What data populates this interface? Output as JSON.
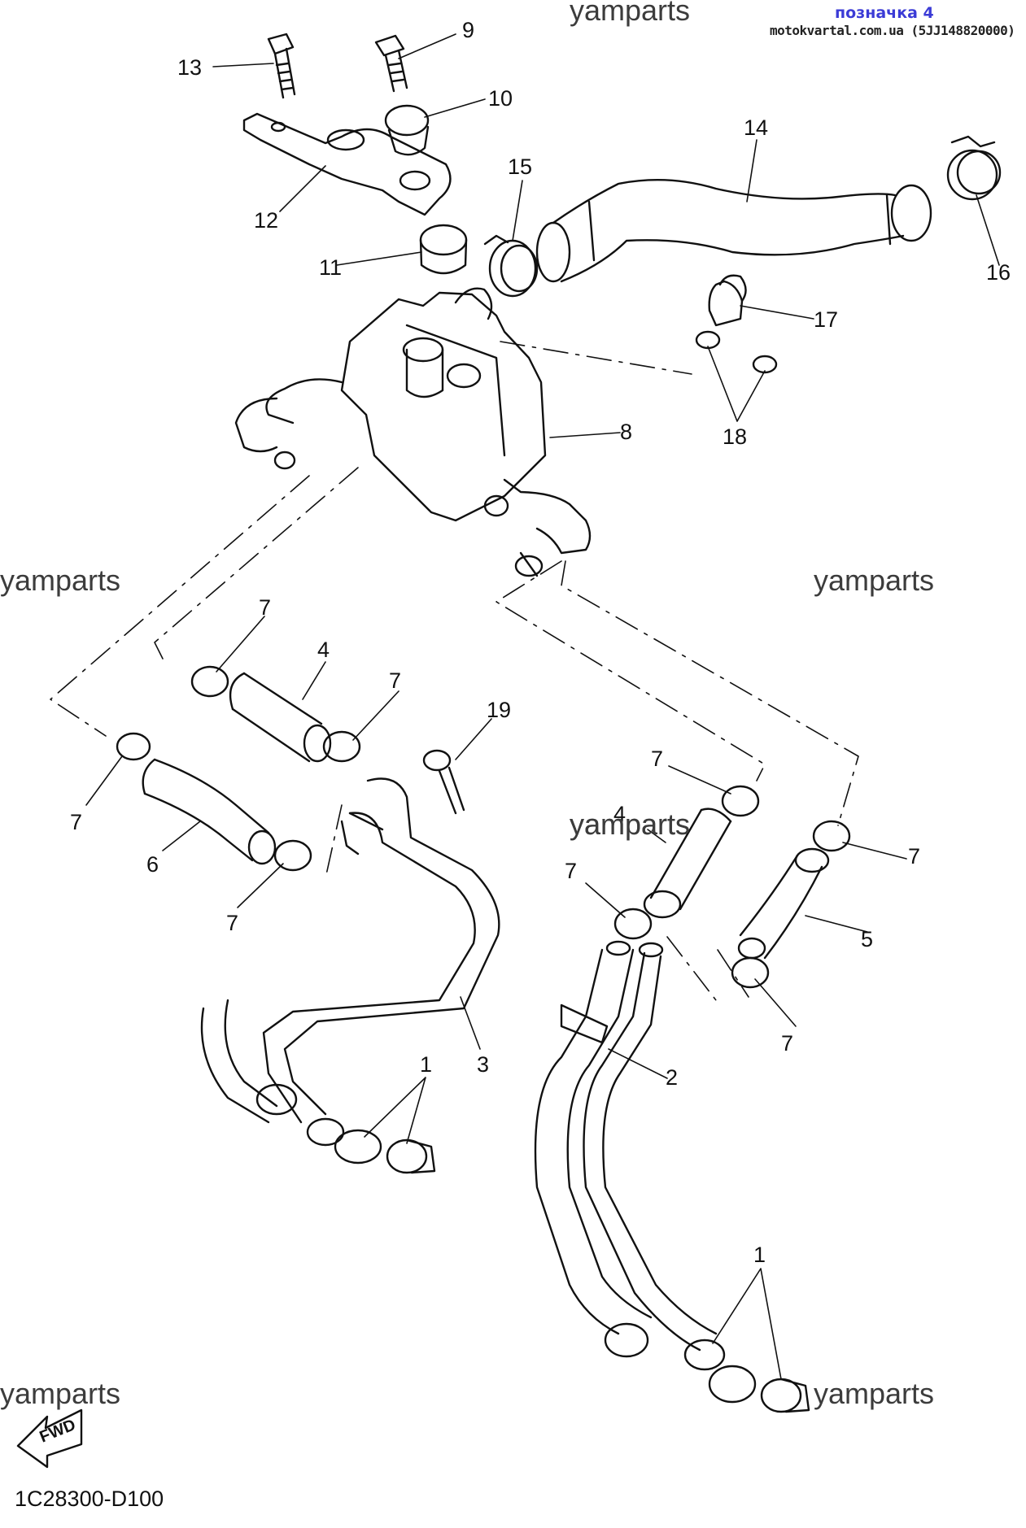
{
  "header": {
    "badge": "позначка 4",
    "site": "motokvartal.com.ua (5JJ148820000)"
  },
  "watermarks": [
    "yamparts",
    "yamparts",
    "yamparts",
    "yamparts",
    "yamparts",
    "yamparts",
    "yamparts"
  ],
  "diagram_code": "1C28300-D100",
  "fwd_label": "FWD",
  "callouts": [
    "13",
    "9",
    "10",
    "12",
    "11",
    "15",
    "14",
    "16",
    "17",
    "18",
    "8",
    "7",
    "4",
    "7",
    "19",
    "7",
    "6",
    "7",
    "3",
    "1",
    "7",
    "4",
    "7",
    "7",
    "5",
    "7",
    "2",
    "1"
  ],
  "colors": {
    "line": "#111111",
    "badge": "#3b3bd6",
    "watermark": "#3c3c3c"
  }
}
